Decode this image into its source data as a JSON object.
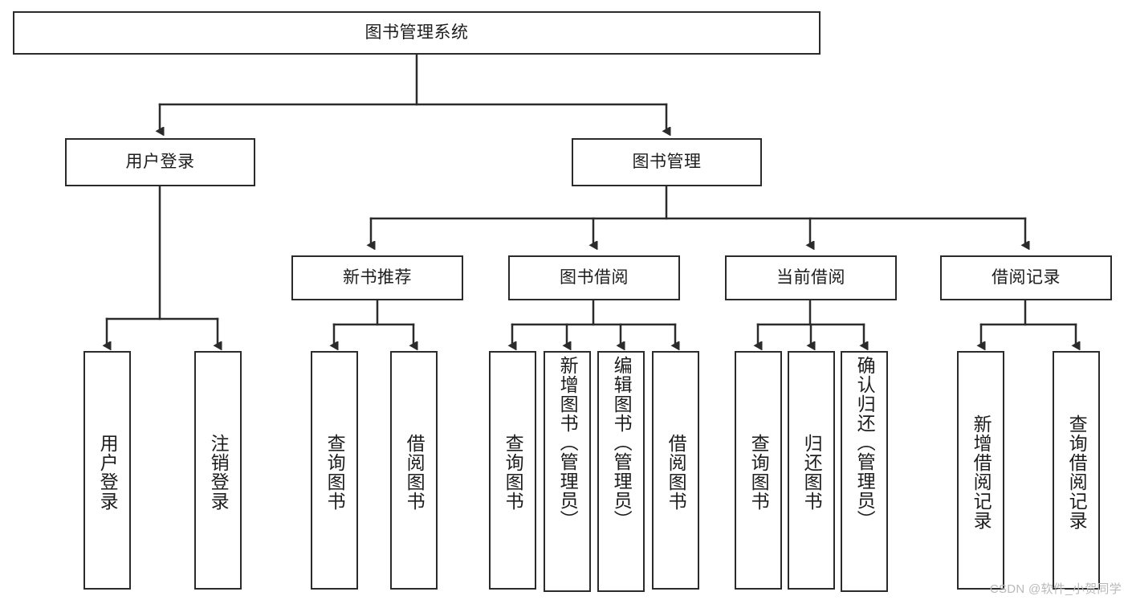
{
  "diagram": {
    "title": "图书管理系统",
    "type": "tree",
    "root": {
      "label": "图书管理系统"
    },
    "level2": [
      {
        "label": "用户登录"
      },
      {
        "label": "图书管理"
      }
    ],
    "level3": [
      {
        "label": "新书推荐"
      },
      {
        "label": "图书借阅"
      },
      {
        "label": "当前借阅"
      },
      {
        "label": "借阅记录"
      }
    ],
    "leaves": {
      "user_login": [
        {
          "label": "用户登录"
        },
        {
          "label": "注销登录"
        }
      ],
      "new_book_recommend": [
        {
          "label": "查询图书"
        },
        {
          "label": "借阅图书"
        }
      ],
      "book_borrow": [
        {
          "label": "查询图书"
        },
        {
          "label": "新增图书（管理员）"
        },
        {
          "label": "编辑图书（管理员）"
        },
        {
          "label": "借阅图书"
        }
      ],
      "current_borrow": [
        {
          "label": "查询图书"
        },
        {
          "label": "归还图书"
        },
        {
          "label": "确认归还（管理员）"
        }
      ],
      "borrow_record": [
        {
          "label": "新增借阅记录"
        },
        {
          "label": "查询借阅记录"
        }
      ]
    },
    "colors": {
      "box_border": "#2b2b2b",
      "box_fill": "#ffffff",
      "connector": "#2b2b2b",
      "text": "#1d1d1d",
      "watermark": "#b9b9b9"
    }
  },
  "watermark": {
    "text": "CSDN @软件_小贺同学"
  }
}
